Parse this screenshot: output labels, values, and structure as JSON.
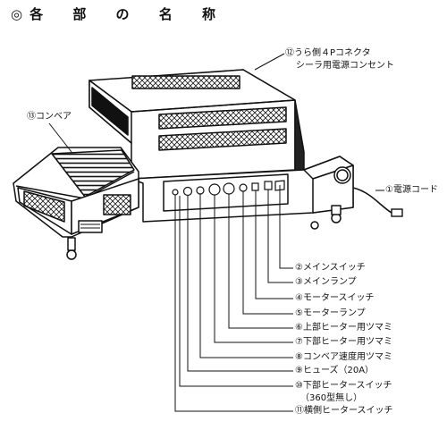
{
  "title": {
    "mark": "◎",
    "text": "各 部 の 名 称"
  },
  "labels": [
    {
      "id": "12",
      "num": "⑫",
      "text": "うら側４Pコネクタ",
      "text2": "シーラ用電源コンセント"
    },
    {
      "id": "13",
      "num": "⑬",
      "text": "コンベア"
    },
    {
      "id": "1",
      "num": "①",
      "text": "電源コード"
    },
    {
      "id": "2",
      "num": "②",
      "text": "メインスイッチ"
    },
    {
      "id": "3",
      "num": "③",
      "text": "メインランプ"
    },
    {
      "id": "4",
      "num": "④",
      "text": "モータースイッチ"
    },
    {
      "id": "5",
      "num": "⑤",
      "text": "モーターランプ"
    },
    {
      "id": "6",
      "num": "⑥",
      "text": "上部ヒーター用ツマミ"
    },
    {
      "id": "7",
      "num": "⑦",
      "text": "下部ヒーター用ツマミ"
    },
    {
      "id": "8",
      "num": "⑧",
      "text": "コンベア速度用ツマミ"
    },
    {
      "id": "9",
      "num": "⑨",
      "text": "ヒューズ（20A）"
    },
    {
      "id": "10",
      "num": "⑩",
      "text": "下部ヒータースイッチ",
      "text2": "（360型無し）"
    },
    {
      "id": "11",
      "num": "⑪",
      "text": "横側ヒータースイッチ"
    }
  ]
}
